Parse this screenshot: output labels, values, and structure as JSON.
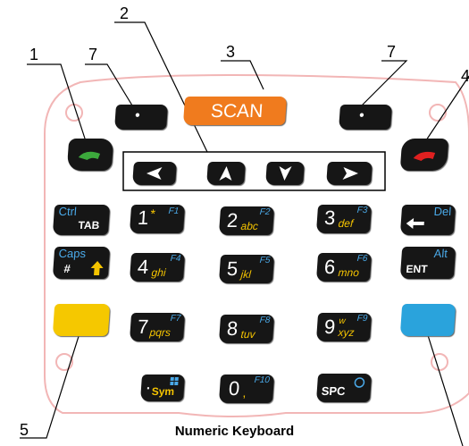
{
  "caption": "Numeric Keyboard",
  "callouts": {
    "c1": "1",
    "c2": "2",
    "c3": "3",
    "c4": "4",
    "c5": "5",
    "c7a": "7",
    "c7b": "7"
  },
  "keys": {
    "scan": "SCAN",
    "dot": "•",
    "ctrl_top": "Ctrl",
    "ctrl_bot": "TAB",
    "caps_top": "Caps",
    "caps_bot": "#",
    "del_top": "Del",
    "alt_top": "Alt",
    "alt_bot": "ENT",
    "k1": {
      "main": "1",
      "sub": "*",
      "fn": "F1"
    },
    "k2": {
      "main": "2",
      "sub": "abc",
      "fn": "F2"
    },
    "k3": {
      "main": "3",
      "sub": "def",
      "fn": "F3"
    },
    "k4": {
      "main": "4",
      "sub": "ghi",
      "fn": "F4"
    },
    "k5": {
      "main": "5",
      "sub": "jkl",
      "fn": "F5"
    },
    "k6": {
      "main": "6",
      "sub": "mno",
      "fn": "F6"
    },
    "k7": {
      "main": "7",
      "sub": "pqrs",
      "fn": "F7"
    },
    "k8": {
      "main": "8",
      "sub": "tuv",
      "fn": "F8"
    },
    "k9": {
      "main": "9",
      "sub": "xyz",
      "sub2": "w",
      "fn": "F9"
    },
    "sym": {
      "main": "·",
      "sub": "Sym"
    },
    "k0": {
      "main": "0",
      "sub": ",",
      "fn": "F10"
    },
    "spc": {
      "main": "SPC"
    }
  },
  "colors": {
    "scan": "#f07b1e",
    "yellow": "#f5c800",
    "blue": "#2aa3dc",
    "green_phone": "#3ca83c",
    "red_phone": "#e02020",
    "outline": "#f2b6b6",
    "key": "#161616",
    "key_text": "#ffffff",
    "alpha_text": "#f5c400",
    "fn_text": "#4aa9e8"
  }
}
